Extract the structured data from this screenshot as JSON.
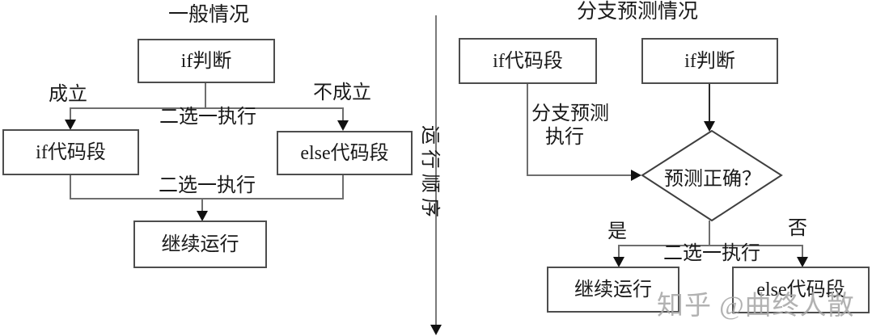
{
  "titles": {
    "left": "一般情况",
    "right": "分支预测情况"
  },
  "left_flow": {
    "boxes": {
      "if_judge": "if判断",
      "if_code": "if代码段",
      "else_code": "else代码段",
      "continue_run": "继续运行"
    },
    "labels": {
      "cond_true": "成立",
      "cond_false": "不成立",
      "pick_one_top": "二选一执行",
      "pick_one_bottom": "二选一执行"
    }
  },
  "middle": {
    "axis_label": "运行顺序"
  },
  "right_flow": {
    "boxes": {
      "if_code": "if代码段",
      "if_judge": "if判断",
      "continue_run": "继续运行",
      "else_code": "else代码段"
    },
    "diamond_label": "预测正确？",
    "labels": {
      "branch_predict_line1": "分支预测",
      "branch_predict_line2": "执行",
      "yes": "是",
      "no": "否",
      "pick_one": "二选一执行"
    }
  },
  "watermark": "知乎 @曲终人散",
  "colors": {
    "line": "#6e6e6e",
    "border": "#4d4d4d",
    "arrowhead": "#111111",
    "text": "#1a1a1a",
    "watermark": "#a5a5a5"
  }
}
